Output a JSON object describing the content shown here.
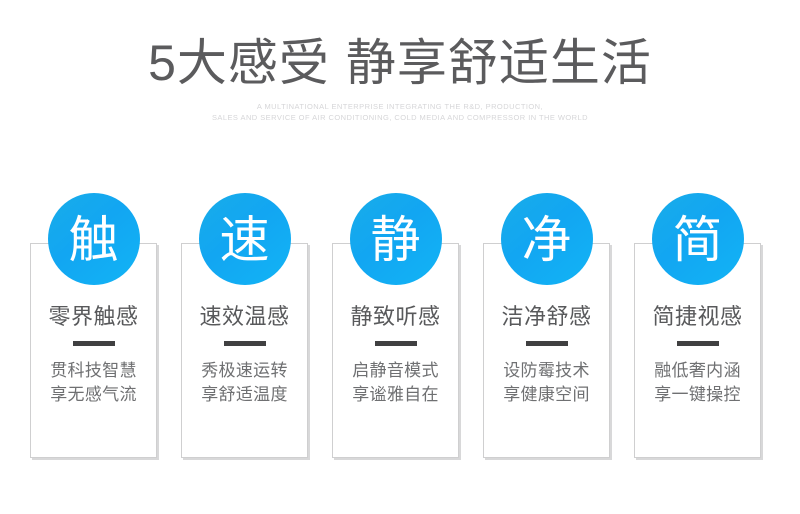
{
  "header": {
    "headline_part1": "5大感受",
    "headline_part2": "静享舒适生活",
    "subtitle_line1": "A MULTINATIONAL ENTERPRISE INTEGRATING THE R&D, PRODUCTION,",
    "subtitle_line2": "SALES AND SERVICE OF AIR CONDITIONING, COLD MEDIA AND COMPRESSOR IN THE WORLD"
  },
  "colors": {
    "background": "#ffffff",
    "badge_blue_start": "#18ace9",
    "badge_blue_end": "#12b4f5",
    "headline_gray": "#5b5b5d",
    "title_gray": "#58595b",
    "desc_gray": "#6f7072",
    "divider_dark": "#404041",
    "card_border": "#cfcfd0",
    "subtitle_gray": "#d6d6d8"
  },
  "cards": [
    {
      "badge": "触",
      "title": "零界触感",
      "desc_line1": "贯科技智慧",
      "desc_line2": "享无感气流"
    },
    {
      "badge": "速",
      "title": "速效温感",
      "desc_line1": "秀极速运转",
      "desc_line2": "享舒适温度"
    },
    {
      "badge": "静",
      "title": "静致听感",
      "desc_line1": "启静音模式",
      "desc_line2": "享谧雅自在"
    },
    {
      "badge": "净",
      "title": "洁净舒感",
      "desc_line1": "设防霉技术",
      "desc_line2": "享健康空间"
    },
    {
      "badge": "简",
      "title": "简捷视感",
      "desc_line1": "融低奢内涵",
      "desc_line2": "享一键操控"
    }
  ]
}
